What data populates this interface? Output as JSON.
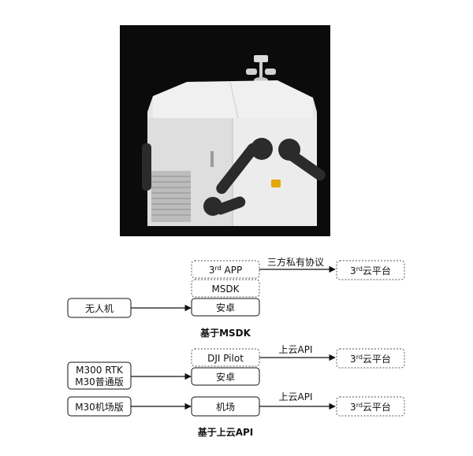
{
  "photo": {
    "subject": "dji-dock-with-robotic-arms",
    "colors": {
      "background": "#0b0b0b",
      "body": "#e9e9e9",
      "arm": "#2b2b2b",
      "accent": "#e0a800"
    }
  },
  "section_msdk": {
    "boxes": {
      "third_app": {
        "main": "3",
        "sup": "rd",
        "rest": " APP"
      },
      "msdk": "MSDK",
      "android": "安卓",
      "drone": "无人机",
      "cloud": {
        "main": "3",
        "sup": "rd",
        "rest": "云平台"
      }
    },
    "arrow_label": "三方私有协议",
    "caption": "基于MSDK"
  },
  "section_cloud_api": {
    "boxes": {
      "dji_pilot": "DJI Pilot",
      "android": "安卓",
      "m300_line1": "M300 RTK",
      "m300_line2": "M30普通版",
      "cloud_1": {
        "main": "3",
        "sup": "rd",
        "rest": "云平台"
      },
      "m30_dock_model": "M30机场版",
      "dock": "机场",
      "cloud_2": {
        "main": "3",
        "sup": "rd",
        "rest": "云平台"
      }
    },
    "arrow_label_1": "上云API",
    "arrow_label_2": "上云API",
    "caption": "基于上云API"
  }
}
